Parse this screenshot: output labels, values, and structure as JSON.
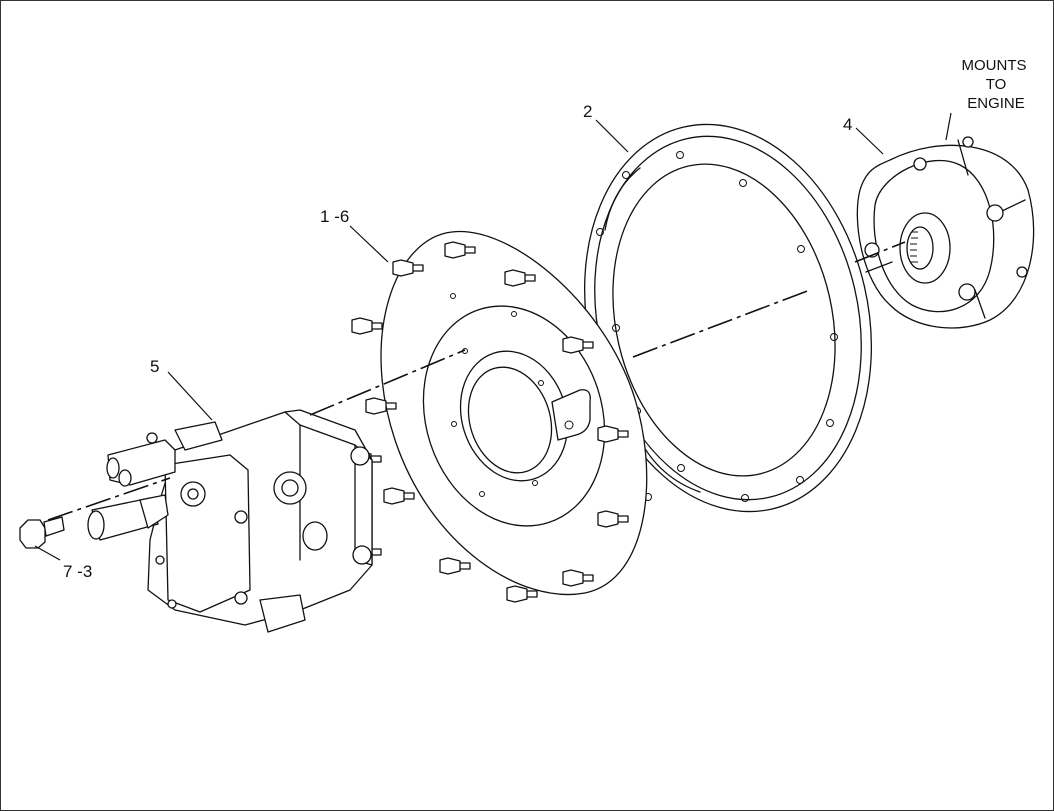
{
  "callouts": {
    "part_1_6": "1 -6",
    "part_2": "2",
    "part_4": "4",
    "part_5": "5",
    "part_7_3": "7 -3"
  },
  "note": {
    "line1": "MOUNTS",
    "line2": "TO",
    "line3": "ENGINE"
  }
}
